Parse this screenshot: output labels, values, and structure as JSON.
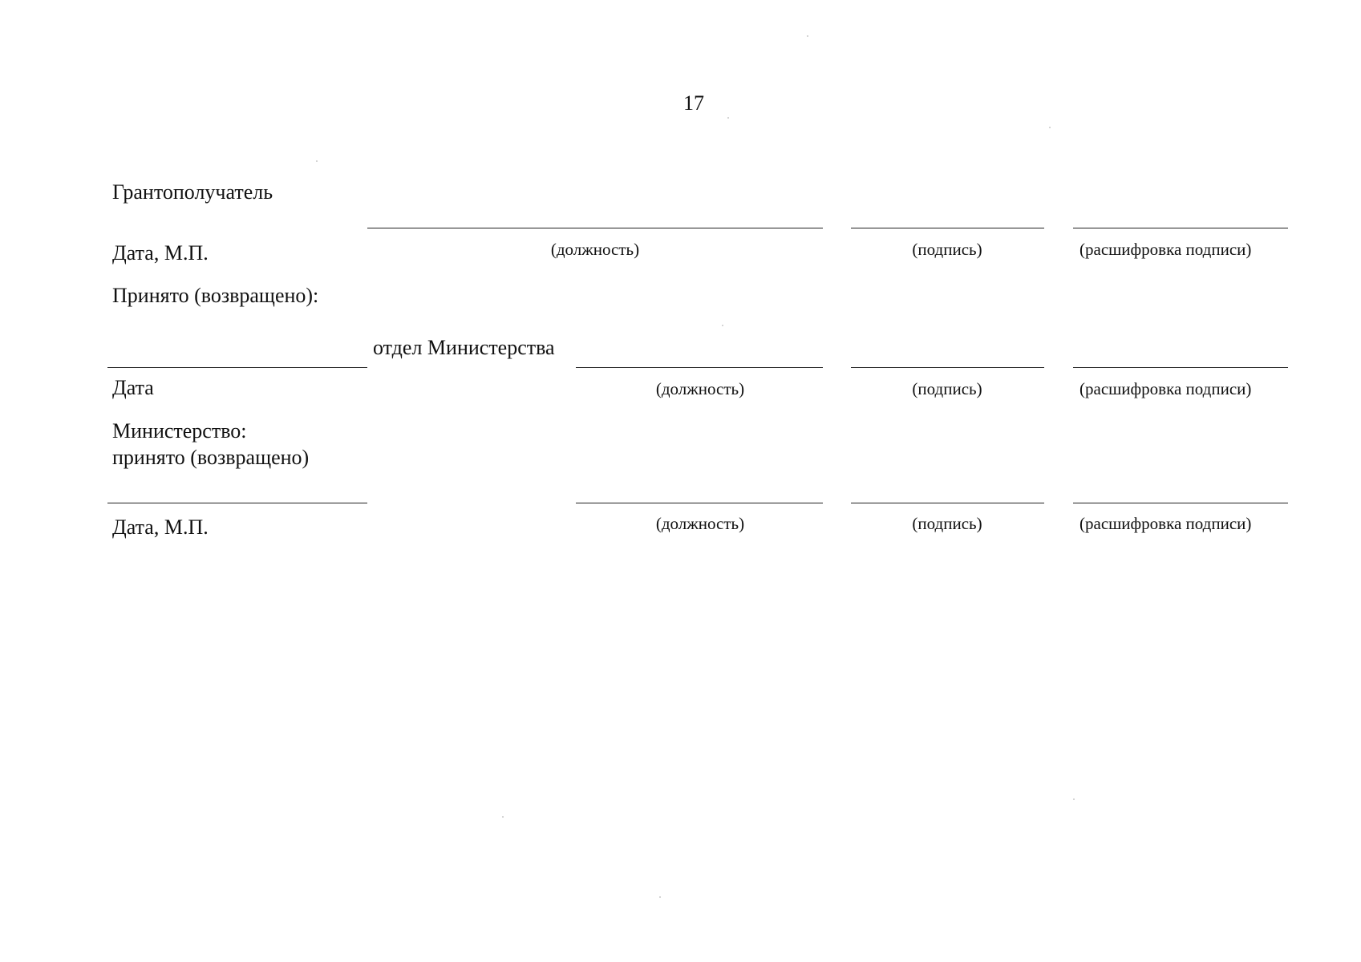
{
  "page_number": "17",
  "grantee_block": {
    "title": "Грантополучатель",
    "date_label": "Дата, М.П.",
    "position_caption": "(должность)",
    "signature_caption": "(подпись)",
    "decode_caption": "(расшифровка подписи)"
  },
  "accepted_block": {
    "title": "Принято (возвращено):",
    "department_label": "отдел Министерства",
    "date_label": "Дата",
    "position_caption": "(должность)",
    "signature_caption": "(подпись)",
    "decode_caption": "(расшифровка подписи)"
  },
  "ministry_block": {
    "title_line1": "Министерство:",
    "title_line2": "принято (возвращено)",
    "date_label": "Дата, М.П.",
    "position_caption": "(должность)",
    "signature_caption": "(подпись)",
    "decode_caption": "(расшифровка подписи)"
  }
}
